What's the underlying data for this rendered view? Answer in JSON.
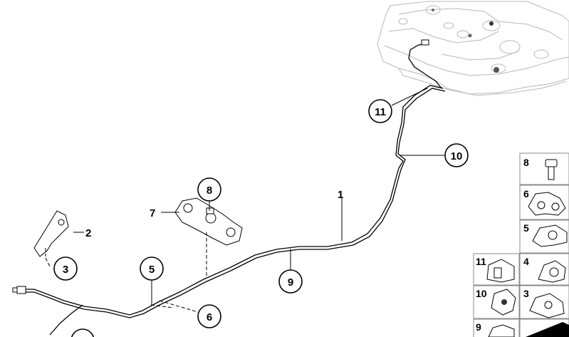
{
  "callouts": [
    {
      "label": "11"
    },
    {
      "label": "10"
    },
    {
      "label": "8"
    },
    {
      "label": "3"
    },
    {
      "label": "5"
    },
    {
      "label": "9"
    },
    {
      "label": "6"
    }
  ],
  "plain_labels": [
    "1",
    "2",
    "7"
  ],
  "grid_labels": [
    "8",
    "6",
    "5",
    "11",
    "4",
    "10",
    "3",
    "9"
  ],
  "colors": {
    "line_art": "#000000",
    "tank_line_art": "#b8b8b8",
    "grid_border": "#8a8a8a",
    "background": "#ffffff"
  }
}
